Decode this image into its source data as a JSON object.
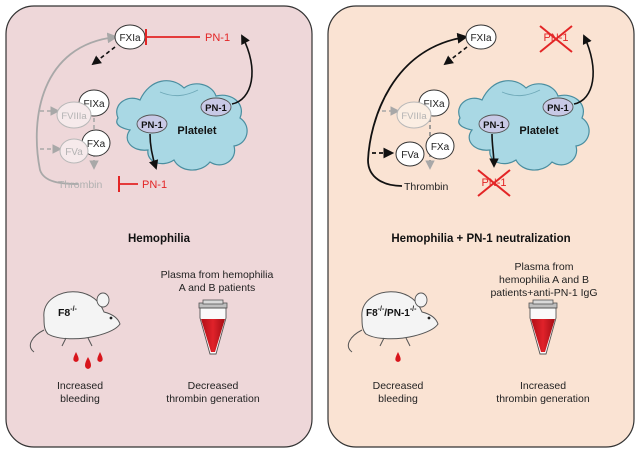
{
  "panels": [
    {
      "title": "Hemophilia",
      "factors": {
        "fxia": "FXIa",
        "fixa": "FIXa",
        "fviiia": "FVIIIa",
        "fva": "FVa",
        "fxa": "FXa",
        "thrombin": "Thrombin"
      },
      "inhibitor": "PN-1",
      "platelet_label": "Platelet",
      "pn1_label": "PN-1",
      "mouse_label": "F8",
      "mouse_sup": "-/-",
      "plasma_lines": [
        "Plasma from hemophilia",
        "A and B patients"
      ],
      "outcome_left": [
        "Increased",
        "bleeding"
      ],
      "outcome_right": [
        "Decreased",
        "thrombin generation"
      ]
    },
    {
      "title": "Hemophilia + PN-1 neutralization",
      "factors": {
        "fxia": "FXIa",
        "fixa": "FIXa",
        "fviiia": "FVIIIa",
        "fva": "FVa",
        "fxa": "FXa",
        "thrombin": "Thrombin"
      },
      "inhibitor": "PN-1",
      "platelet_label": "Platelet",
      "pn1_label": "PN-1",
      "mouse_label": "F8",
      "mouse_sup": "-/-",
      "mouse_label2": "/PN-1",
      "plasma_lines": [
        "Plasma from",
        "hemophilia A and B",
        "patients+anti-PN-1 IgG"
      ],
      "outcome_left": [
        "Decreased",
        "bleeding"
      ],
      "outcome_right": [
        "Increased",
        "thrombin generation"
      ]
    }
  ],
  "colors": {
    "left_bg": "#eed7d9",
    "right_bg": "#fae3d3",
    "inhibitor_red": "#e32526",
    "grey": "#a8a8a8",
    "platelet": "#a9d8e4",
    "pn1_bubble": "#c8c9e6",
    "blood": "#d8151c"
  }
}
